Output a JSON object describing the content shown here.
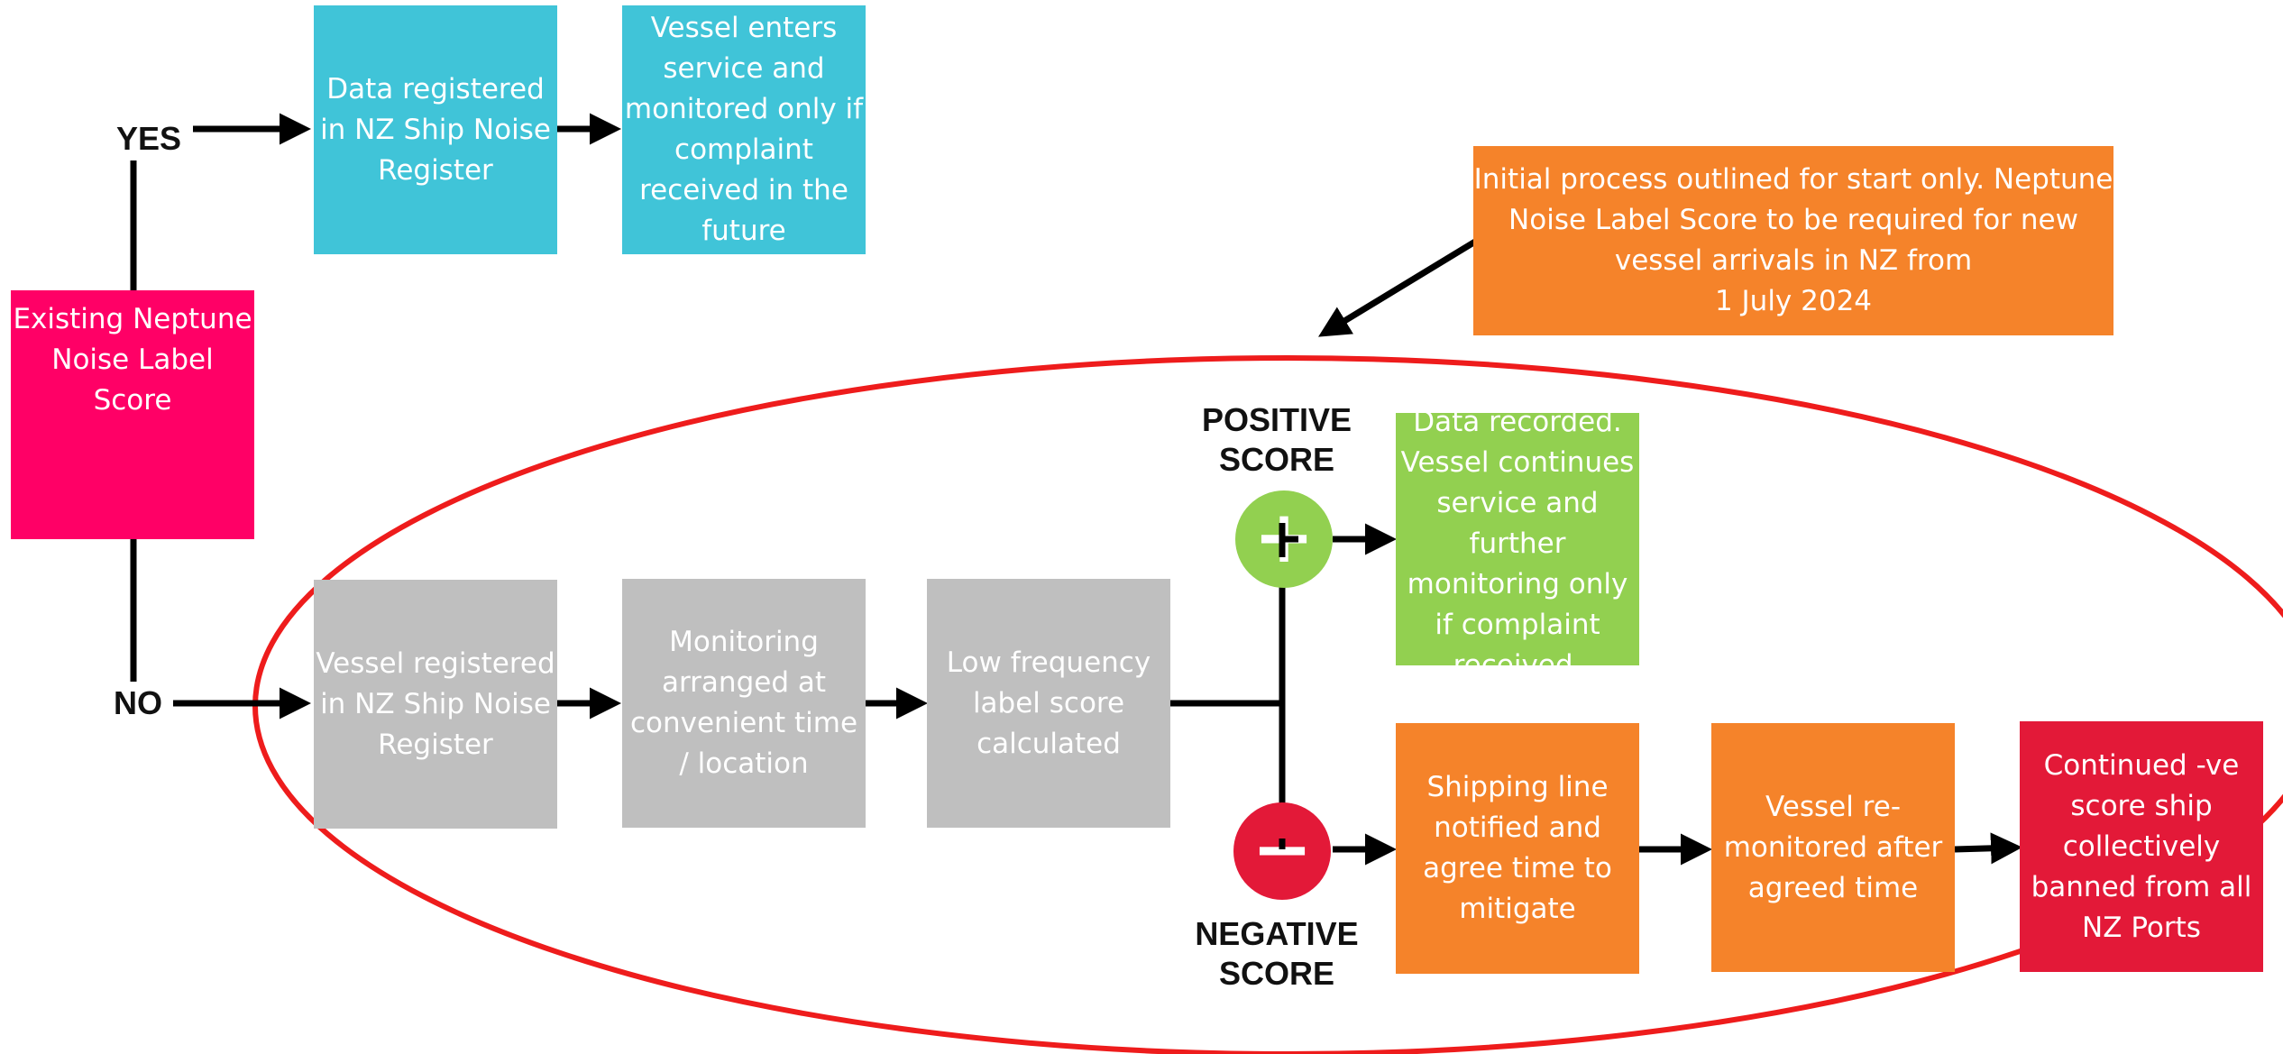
{
  "colors": {
    "teal": "#40c4d8",
    "magenta": "#ff0066",
    "grey": "#bfbfbf",
    "green": "#92d050",
    "orange": "#f5832a",
    "red": "#e31938",
    "ellipse": "#ee1c1c",
    "arrow": "#000000"
  },
  "labels": {
    "yes": "YES",
    "no": "NO",
    "positive": "POSITIVE\nSCORE",
    "negative": "NEGATIVE\nSCORE"
  },
  "boxes": {
    "existing": "Existing Neptune Noise Label Score",
    "data_registered": "Data registered in NZ Ship Noise Register",
    "vessel_enters": "Vessel enters service and monitored only if complaint received in the future",
    "initial_note": "Initial process outlined for start only.  Neptune Noise Label Score to be required for new vessel arrivals in NZ from\n1 July 2024",
    "vessel_registered": "Vessel registered in NZ Ship Noise Register",
    "monitoring": "Monitoring arranged at convenient time / location",
    "low_freq": "Low frequency label score calculated",
    "data_recorded": "Data recorded. Vessel continues service and further monitoring only if complaint received.",
    "shipping_line": "Shipping line notified and agree time to mitigate",
    "remonitored": "Vessel re-monitored after agreed time",
    "banned": "Continued -ve score ship collectively banned from all NZ Ports"
  },
  "symbols": {
    "plus": "+",
    "minus": "−",
    "positive_icon": "plus-icon",
    "negative_icon": "minus-icon"
  }
}
